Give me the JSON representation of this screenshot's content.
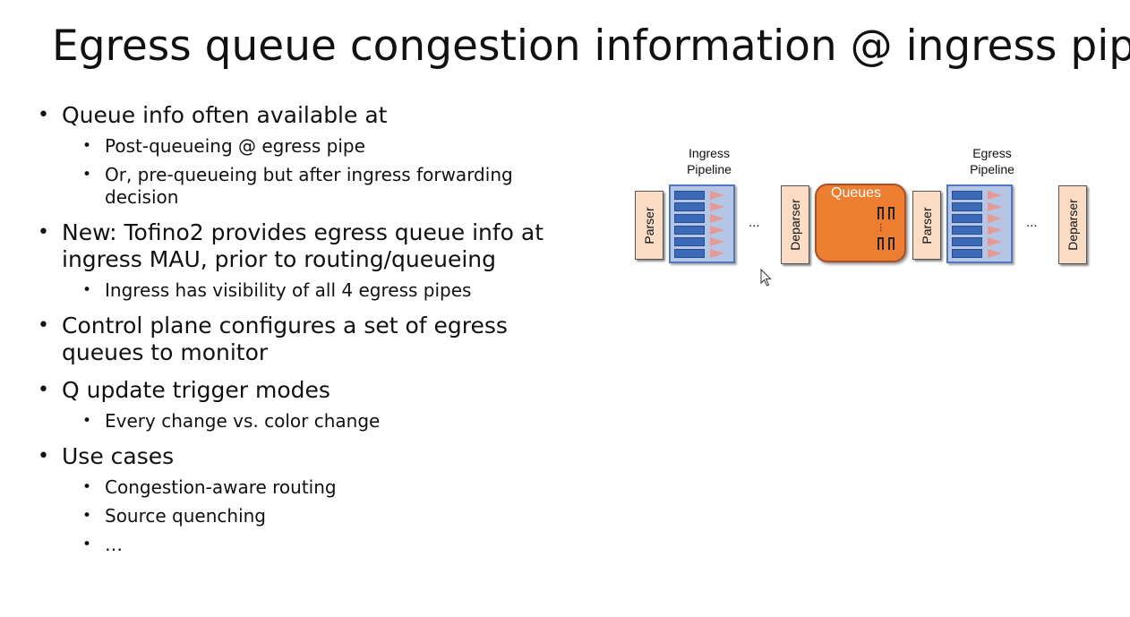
{
  "slide": {
    "title": "Egress queue congestion information @ ingress pipe",
    "bullets": [
      {
        "text": "Queue info often available at",
        "sub": [
          "Post-queueing @ egress pipe",
          "Or, pre-queueing but after ingress forwarding decision"
        ]
      },
      {
        "text": "New: Tofino2 provides egress queue info at ingress MAU, prior to routing/queueing",
        "sub": [
          "Ingress has visibility of all 4 egress pipes"
        ]
      },
      {
        "text": "Control plane configures a set of egress queues to monitor",
        "sub": []
      },
      {
        "text": "Q update trigger modes",
        "sub": [
          "Every change vs. color change"
        ]
      },
      {
        "text": "Use cases",
        "sub": [
          "Congestion-aware routing",
          "Source quenching",
          "…"
        ]
      }
    ]
  },
  "diagram": {
    "ingress_label_1": "Ingress",
    "ingress_label_2": "Pipeline",
    "egress_label_1": "Egress",
    "egress_label_2": "Pipeline",
    "parser": "Parser",
    "deparser": "Deparser",
    "queues": "Queues",
    "ellipsis": "...",
    "colors": {
      "stage_fill": "#fbdcc4",
      "pipeline_fill": "#b4c5e6",
      "pipeline_bar": "#3d6ab8",
      "queues_fill": "#ed7d31"
    }
  }
}
